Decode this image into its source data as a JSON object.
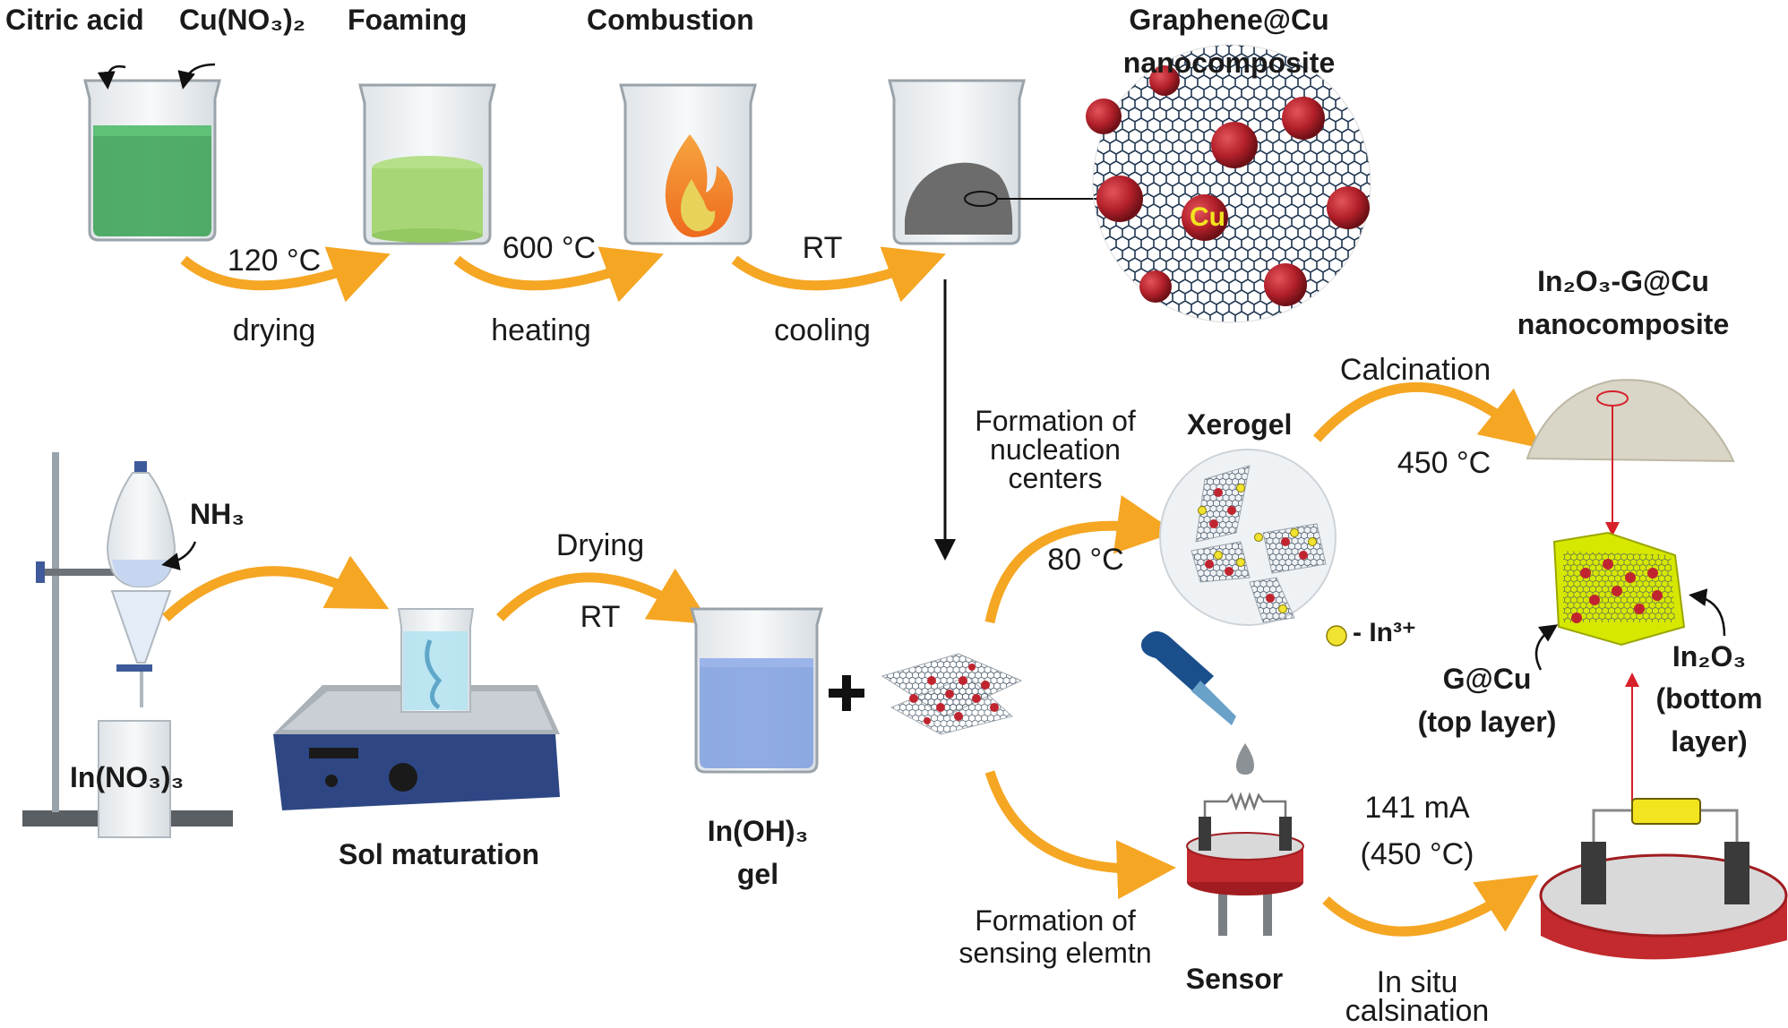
{
  "top_row": {
    "reagent_1": "Citric acid",
    "reagent_2": "Cu(NO₃)₂",
    "stage_foaming": "Foaming",
    "stage_combustion": "Combustion",
    "product_line1": "Graphene@Cu",
    "product_line2": "nanocomposite",
    "cu_label": "Cu",
    "step1_temp": "120 °C",
    "step1_action": "drying",
    "step2_temp": "600 °C",
    "step2_action": "heating",
    "step3_temp": "RT",
    "step3_action": "cooling"
  },
  "bottom_row": {
    "ammonia": "NH₃",
    "indium_nitrate": "In(NO₃)₃",
    "sol_maturation": "Sol maturation",
    "drying_label": "Drying",
    "drying_temp": "RT",
    "gel_line1": "In(OH)₃",
    "gel_line2": "gel"
  },
  "middle": {
    "nucleation_line1": "Formation of",
    "nucleation_line2": "nucleation",
    "nucleation_line3": "centers",
    "xerogel": "Xerogel",
    "xerogel_temp": "80 °C",
    "indium_ion": "- In³⁺",
    "calcination": "Calcination",
    "calcination_temp": "450 °C",
    "final_line1": "In₂O₃-G@Cu",
    "final_line2": "nanocomposite",
    "gcu_line1": "G@Cu",
    "gcu_line2": "(top layer)",
    "in2o3_line1": "In₂O₃",
    "in2o3_line2": "(bottom",
    "in2o3_line3": "layer)",
    "sensing_line1": "Formation of",
    "sensing_line2": "sensing elemtn",
    "sensor": "Sensor",
    "current_line1": "141 mA",
    "current_line2": "(450 °C)",
    "insitu_line1": "In situ",
    "insitu_line2": "calsination"
  },
  "colors": {
    "arrow": "#f5a623",
    "cu_sphere": "#b3202a",
    "graphene": "#1f3550",
    "green_solution": "#3fa45a",
    "blue_solution": "#7f9fe0",
    "sensor_red": "#c22a2e",
    "electrode_yellow": "#d7e800"
  }
}
